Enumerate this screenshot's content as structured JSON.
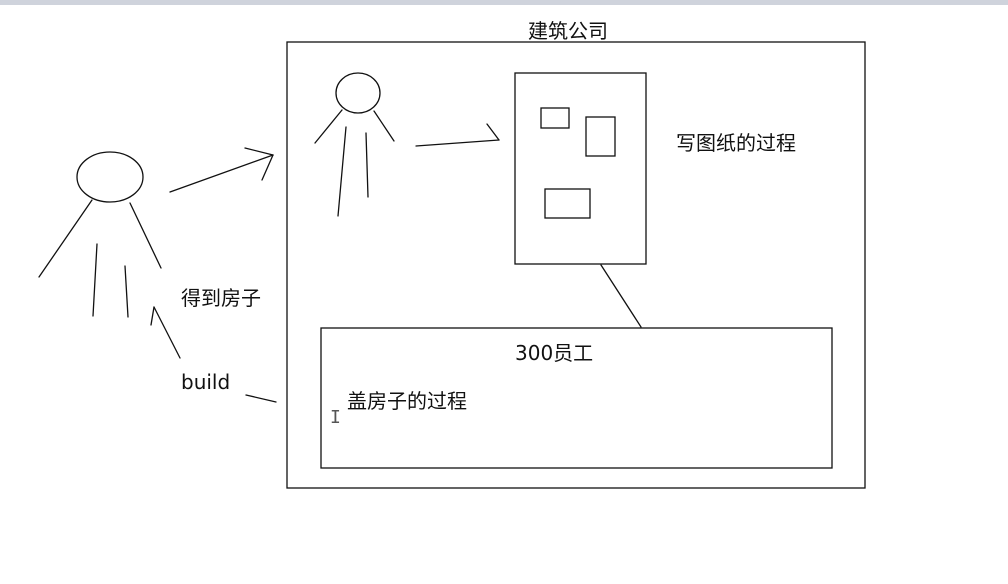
{
  "diagram": {
    "company_label": "建筑公司",
    "customer_receives_label": "得到房子",
    "build_label": "build",
    "blueprint_process_label": "写图纸的过程",
    "workforce_label": "300员工",
    "construction_process_label": "盖房子的过程"
  },
  "colors": {
    "stroke": "#111111",
    "background": "#ffffff",
    "top_bar": "#cfd3dc"
  }
}
